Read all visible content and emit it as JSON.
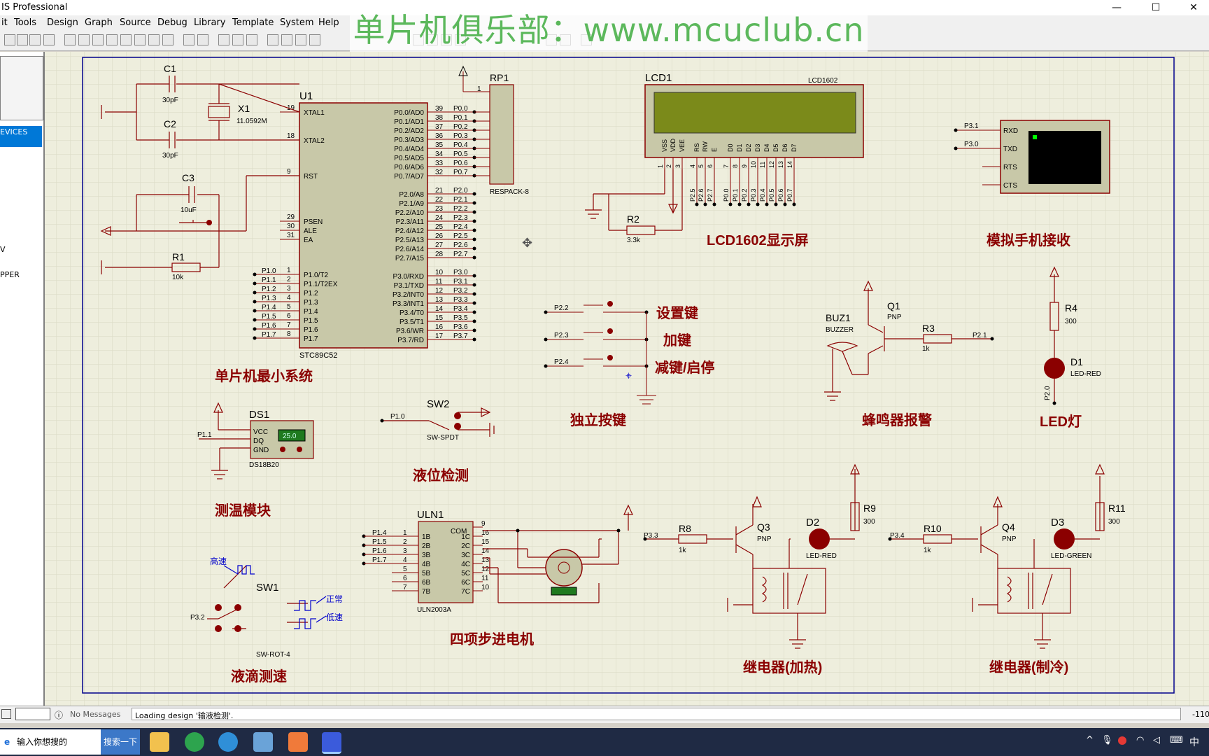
{
  "window": {
    "title": "IS Professional",
    "controls": [
      "minimize",
      "maximize",
      "close"
    ]
  },
  "menu": [
    "it",
    "Tools",
    "Design",
    "Graph",
    "Source",
    "Debug",
    "Library",
    "Template",
    "System",
    "Help"
  ],
  "watermark": "单片机俱乐部：www.mcuclub.cn",
  "left_panel": {
    "devices_label": "EVICES",
    "items": [
      "V",
      "PPER"
    ]
  },
  "schematic": {
    "sections": {
      "mcu": "单片机最小系统",
      "lcd": "LCD1602显示屏",
      "phone": "模拟手机接收",
      "keys": "独立按键",
      "buzzer": "蜂鸣器报警",
      "led": "LED灯",
      "temp": "测温模块",
      "level": "液位检测",
      "drip": "液滴测速",
      "stepper": "四项步进电机",
      "relay_heat": "继电器(加热)",
      "relay_cool": "继电器(制冷)"
    },
    "key_labels": [
      "设置键",
      "加键",
      "减键/启停"
    ],
    "speed_labels": {
      "high": "高速",
      "normal": "正常",
      "low": "低速"
    },
    "u1": {
      "ref": "U1",
      "part": "STC89C52",
      "left_pins": [
        {
          "num": "19",
          "name": "XTAL1"
        },
        {
          "num": "18",
          "name": "XTAL2"
        },
        {
          "num": "9",
          "name": "RST"
        },
        {
          "num": "29",
          "name": "PSEN"
        },
        {
          "num": "30",
          "name": "ALE"
        },
        {
          "num": "31",
          "name": "EA"
        },
        {
          "num": "1",
          "name": "P1.0/T2",
          "net": "P1.0"
        },
        {
          "num": "2",
          "name": "P1.1/T2EX",
          "net": "P1.1"
        },
        {
          "num": "3",
          "name": "P1.2",
          "net": "P1.2"
        },
        {
          "num": "4",
          "name": "P1.3",
          "net": "P1.3"
        },
        {
          "num": "5",
          "name": "P1.4",
          "net": "P1.4"
        },
        {
          "num": "6",
          "name": "P1.5",
          "net": "P1.5"
        },
        {
          "num": "7",
          "name": "P1.6",
          "net": "P1.6"
        },
        {
          "num": "8",
          "name": "P1.7",
          "net": "P1.7"
        }
      ],
      "right_pins": [
        {
          "num": "39",
          "name": "P0.0/AD0",
          "net": "P0.0"
        },
        {
          "num": "38",
          "name": "P0.1/AD1",
          "net": "P0.1"
        },
        {
          "num": "37",
          "name": "P0.2/AD2",
          "net": "P0.2"
        },
        {
          "num": "36",
          "name": "P0.3/AD3",
          "net": "P0.3"
        },
        {
          "num": "35",
          "name": "P0.4/AD4",
          "net": "P0.4"
        },
        {
          "num": "34",
          "name": "P0.5/AD5",
          "net": "P0.5"
        },
        {
          "num": "33",
          "name": "P0.6/AD6",
          "net": "P0.6"
        },
        {
          "num": "32",
          "name": "P0.7/AD7",
          "net": "P0.7"
        },
        {
          "num": "21",
          "name": "P2.0/A8",
          "net": "P2.0"
        },
        {
          "num": "22",
          "name": "P2.1/A9",
          "net": "P2.1"
        },
        {
          "num": "23",
          "name": "P2.2/A10",
          "net": "P2.2"
        },
        {
          "num": "24",
          "name": "P2.3/A11",
          "net": "P2.3"
        },
        {
          "num": "25",
          "name": "P2.4/A12",
          "net": "P2.4"
        },
        {
          "num": "26",
          "name": "P2.5/A13",
          "net": "P2.5"
        },
        {
          "num": "27",
          "name": "P2.6/A14",
          "net": "P2.6"
        },
        {
          "num": "28",
          "name": "P2.7/A15",
          "net": "P2.7"
        },
        {
          "num": "10",
          "name": "P3.0/RXD",
          "net": "P3.0"
        },
        {
          "num": "11",
          "name": "P3.1/TXD",
          "net": "P3.1"
        },
        {
          "num": "12",
          "name": "P3.2/INT0",
          "net": "P3.2"
        },
        {
          "num": "13",
          "name": "P3.3/INT1",
          "net": "P3.3"
        },
        {
          "num": "14",
          "name": "P3.4/T0",
          "net": "P3.4"
        },
        {
          "num": "15",
          "name": "P3.5/T1",
          "net": "P3.5"
        },
        {
          "num": "16",
          "name": "P3.6/WR",
          "net": "P3.6"
        },
        {
          "num": "17",
          "name": "P3.7/RD",
          "net": "P3.7"
        }
      ]
    },
    "components": {
      "c1": {
        "ref": "C1",
        "value": "30pF"
      },
      "c2": {
        "ref": "C2",
        "value": "30pF"
      },
      "x1": {
        "ref": "X1",
        "value": "11.0592M"
      },
      "c3": {
        "ref": "C3",
        "value": "10uF"
      },
      "r1": {
        "ref": "R1",
        "value": "10k"
      },
      "rp1": {
        "ref": "RP1",
        "value": "RESPACK-8",
        "pin1": "1"
      },
      "lcd1": {
        "ref": "LCD1",
        "value": "LCD1602"
      },
      "r2": {
        "ref": "R2",
        "value": "3.3k"
      },
      "r3": {
        "ref": "R3",
        "value": "1k"
      },
      "r4": {
        "ref": "R4",
        "value": "300"
      },
      "r8": {
        "ref": "R8",
        "value": "1k"
      },
      "r9": {
        "ref": "R9",
        "value": "300"
      },
      "r10": {
        "ref": "R10",
        "value": "1k"
      },
      "r11": {
        "ref": "R11",
        "value": "300"
      },
      "q1": {
        "ref": "Q1",
        "value": "PNP"
      },
      "q3": {
        "ref": "Q3",
        "value": "PNP"
      },
      "q4": {
        "ref": "Q4",
        "value": "PNP"
      },
      "buz1": {
        "ref": "BUZ1",
        "value": "BUZZER"
      },
      "d1": {
        "ref": "D1",
        "value": "LED-RED"
      },
      "d2": {
        "ref": "D2",
        "value": "LED-RED"
      },
      "d3": {
        "ref": "D3",
        "value": "LED-GREEN"
      },
      "ds1": {
        "ref": "DS1",
        "value": "DS18B20",
        "reading": "25.0",
        "pins": [
          "VCC",
          "DQ",
          "GND"
        ]
      },
      "sw1": {
        "ref": "SW1",
        "value": "SW-ROT-4"
      },
      "sw2": {
        "ref": "SW2",
        "value": "SW-SPDT"
      },
      "uln1": {
        "ref": "ULN1",
        "value": "ULN2003A",
        "in_pins": [
          "1B",
          "2B",
          "3B",
          "4B",
          "5B",
          "6B",
          "7B"
        ],
        "out_pins": [
          "1C",
          "2C",
          "3C",
          "4C",
          "5C",
          "6C",
          "7C"
        ],
        "in_nums": [
          "1",
          "2",
          "3",
          "4",
          "5",
          "6",
          "7"
        ],
        "out_nums": [
          "16",
          "15",
          "14",
          "13",
          "12",
          "11",
          "10"
        ],
        "com": "COM",
        "com_num": "9"
      },
      "terminal": {
        "pins": [
          "RXD",
          "TXD",
          "RTS",
          "CTS"
        ]
      }
    },
    "lcd_pins": [
      "VSS",
      "VDD",
      "VEE",
      "RS",
      "RW",
      "E",
      "D0",
      "D1",
      "D2",
      "D3",
      "D4",
      "D5",
      "D6",
      "D7"
    ],
    "lcd_pin_nums": [
      "1",
      "2",
      "3",
      "4",
      "5",
      "6",
      "7",
      "8",
      "9",
      "10",
      "11",
      "12",
      "13",
      "14"
    ],
    "lcd_nets": [
      "P2.5",
      "P2.6",
      "P2.7",
      "P0.0",
      "P0.1",
      "P0.2",
      "P0.3",
      "P0.4",
      "P0.5",
      "P0.6",
      "P0.7"
    ],
    "nets": {
      "p22": "P2.2",
      "p23": "P2.3",
      "p24": "P2.4",
      "p21": "P2.1",
      "p20": "P2.0",
      "p31": "P3.1",
      "p30": "P3.0",
      "p33": "P3.3",
      "p34": "P3.4",
      "p32": "P3.2",
      "p10": "P1.0",
      "p11": "P1.1",
      "p14": "P1.4",
      "p15": "P1.5",
      "p16": "P1.6",
      "p17": "P1.7"
    }
  },
  "status": {
    "messages": "No Messages",
    "loading": "Loading design '输液检测'.",
    "coord": "-110"
  },
  "taskbar": {
    "search_placeholder": "输入你想搜的",
    "search_button": "搜索一下",
    "ime": "中"
  }
}
